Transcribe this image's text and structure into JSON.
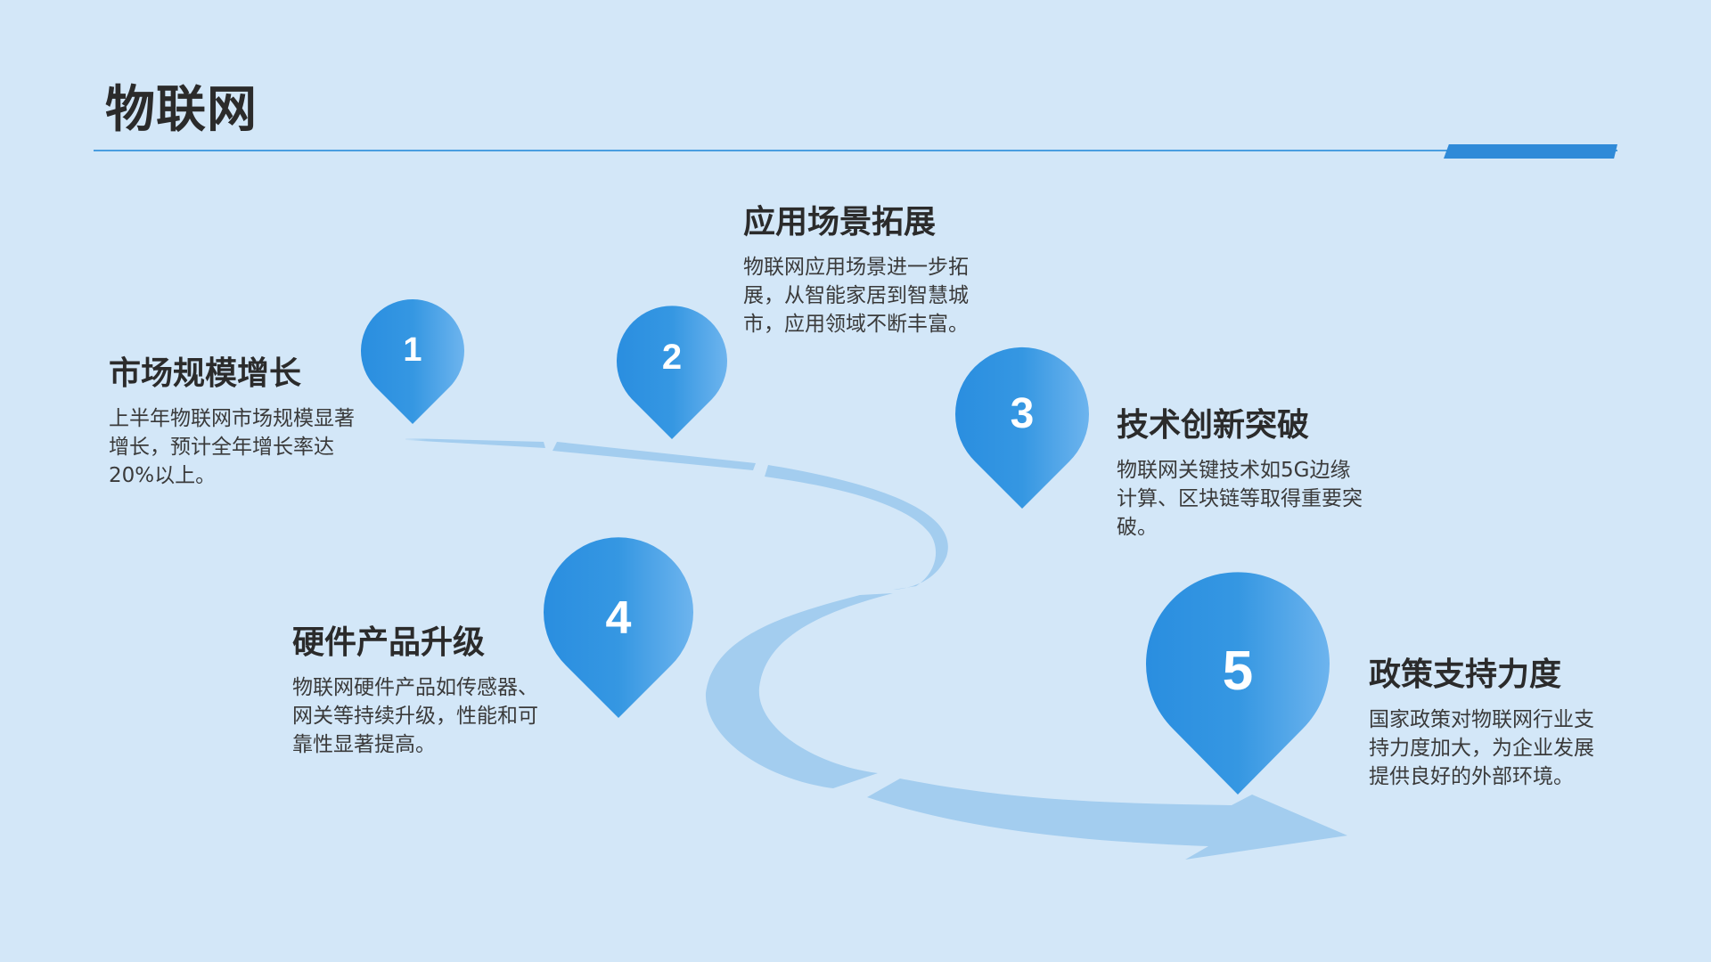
{
  "slide": {
    "title": "物联网"
  },
  "items": [
    {
      "number": "1",
      "heading": "市场规模增长",
      "text": "上半年物联网市场规模显著增长，预计全年增长率达20%以上。"
    },
    {
      "number": "2",
      "heading": "应用场景拓展",
      "text": "物联网应用场景进一步拓展，从智能家居到智慧城市，应用领域不断丰富。"
    },
    {
      "number": "3",
      "heading": "技术创新突破",
      "text": "物联网关键技术如5G边缘计算、区块链等取得重要突破。"
    },
    {
      "number": "4",
      "heading": "硬件产品升级",
      "text": "物联网硬件产品如传感器、网关等持续升级，性能和可靠性显著提高。"
    },
    {
      "number": "5",
      "heading": "政策支持力度",
      "text": "国家政策对物联网行业支持力度加大，为企业发展提供良好的外部环境。"
    }
  ],
  "colors": {
    "background": "#d3e7f8",
    "accent": "#2f8ad8",
    "road": "#a3cdef",
    "pin_dark": "#2a8ee0",
    "pin_light": "#6db4ee"
  }
}
